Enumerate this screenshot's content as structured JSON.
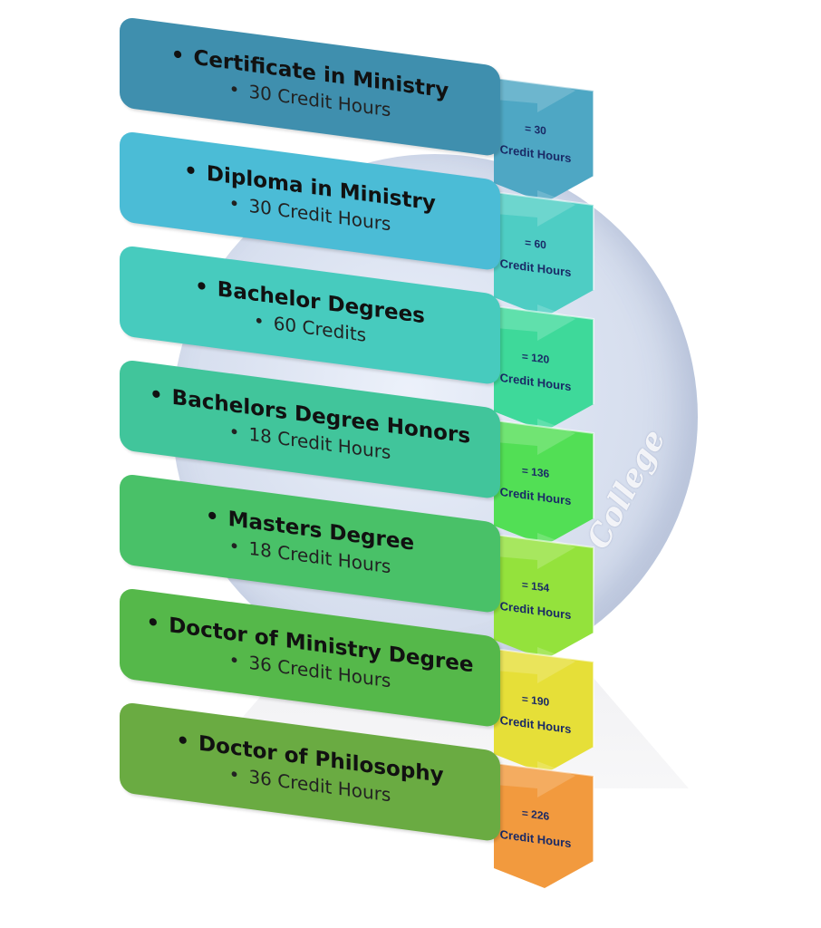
{
  "steps": [
    {
      "title": "Certificate in Ministry",
      "sub": "30 Credit Hours",
      "color": "#3f8fae",
      "arrow_color": "#4ea7c4",
      "total": "= 30"
    },
    {
      "title": "Diploma in Ministry",
      "sub": "30 Credit Hours",
      "color": "#4bbcd6",
      "arrow_color": "#4ecdc4",
      "total": "= 60"
    },
    {
      "title": "Bachelor Degrees",
      "sub": "60 Credits",
      "color": "#47cbbe",
      "arrow_color": "#3ed99a",
      "total": "= 120"
    },
    {
      "title": "Bachelors Degree Honors",
      "sub": "18 Credit Hours",
      "color": "#41c59b",
      "arrow_color": "#52df55",
      "total": "= 136"
    },
    {
      "title": "Masters Degree",
      "sub": "18 Credit Hours",
      "color": "#49c168",
      "arrow_color": "#94e23c",
      "total": "= 154"
    },
    {
      "title": "Doctor of Ministry Degree",
      "sub": "36 Credit Hours",
      "color": "#55b84a",
      "arrow_color": "#e6df38",
      "total": "= 190"
    },
    {
      "title": "Doctor of Philosophy",
      "sub": "36 Credit Hours",
      "color": "#6aab42",
      "arrow_color": "#f29a3e",
      "total": "= 226"
    }
  ],
  "arrow_unit": "Credit Hours",
  "watermark_text": "College"
}
